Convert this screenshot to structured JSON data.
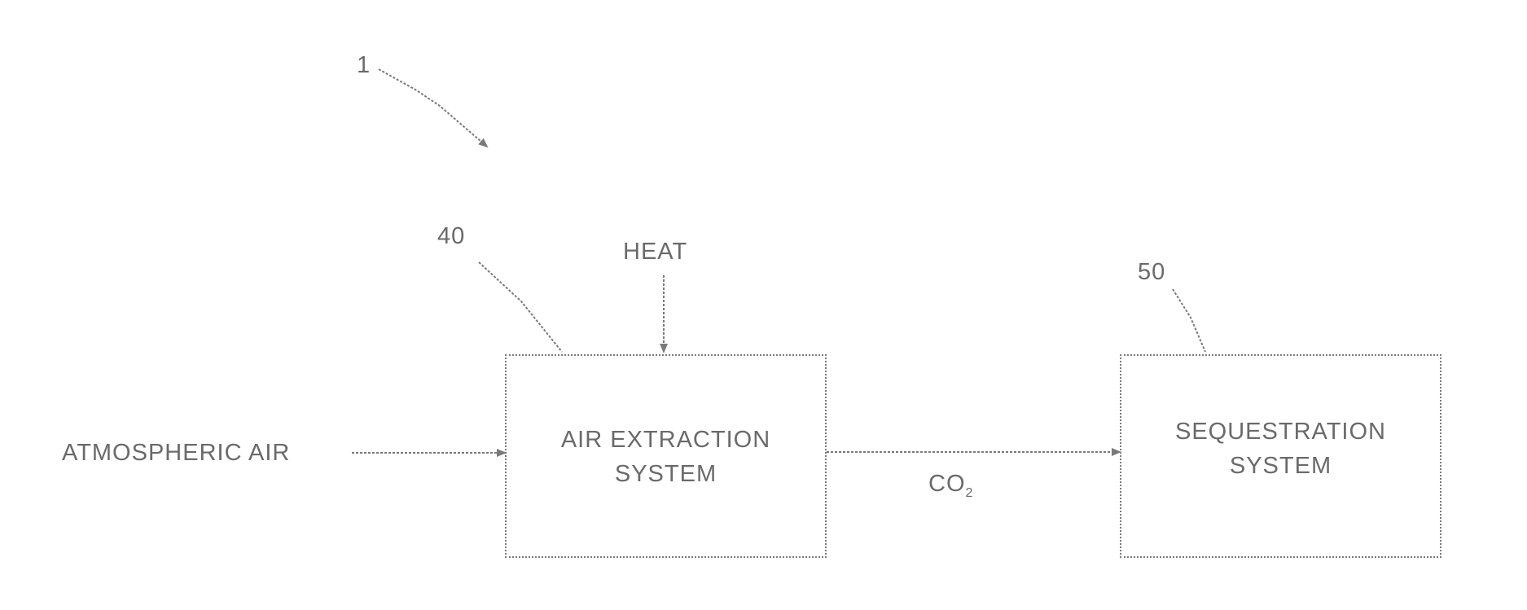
{
  "figure_ref": "1",
  "labels": {
    "ref_extraction": "40",
    "ref_sequestration": "50",
    "heat": "HEAT",
    "atmospheric_air": "ATMOSPHERIC AIR",
    "co2_main": "CO",
    "co2_sub": "2"
  },
  "boxes": {
    "air_extraction": {
      "line1": "AIR EXTRACTION",
      "line2": "SYSTEM"
    },
    "sequestration": {
      "line1": "SEQUESTRATION",
      "line2": "SYSTEM"
    }
  },
  "colors": {
    "line": "#7a7a7a",
    "text": "#6a6a6a"
  }
}
